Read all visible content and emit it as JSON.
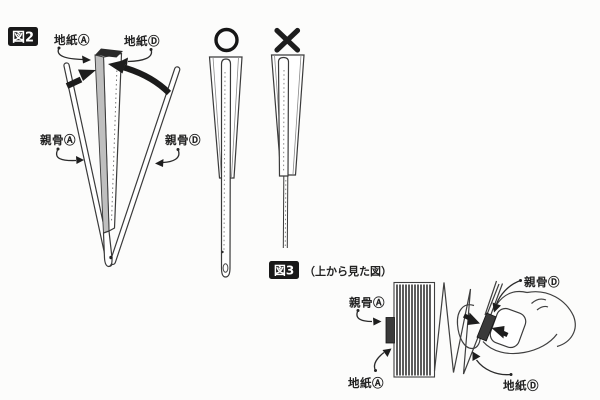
{
  "page": {
    "description": "Instruction diagram for re-gluing folding-fan paper to the outer ribs",
    "colors": {
      "ink": "#1b1b1b",
      "paper": "#fcfcfb",
      "gray_strip": "#bfbfbf",
      "dark_part": "#3a3a3a",
      "badge_bg": "#191919"
    }
  },
  "figure2": {
    "badge": "図2",
    "labels": {
      "paper_a": "地紙Ⓐ",
      "paper_d": "地紙Ⓓ",
      "rib_a": "親骨Ⓐ",
      "rib_d": "親骨Ⓓ"
    }
  },
  "examples": {
    "correct_icon": "circle-ok-mark",
    "wrong_icon": "x-ng-mark"
  },
  "figure3": {
    "badge": "図3",
    "caption": "（上から見た図）",
    "labels": {
      "rib_a": "親骨Ⓐ",
      "paper_a": "地紙Ⓐ",
      "rib_d": "親骨Ⓓ",
      "paper_d": "地紙Ⓓ"
    }
  }
}
